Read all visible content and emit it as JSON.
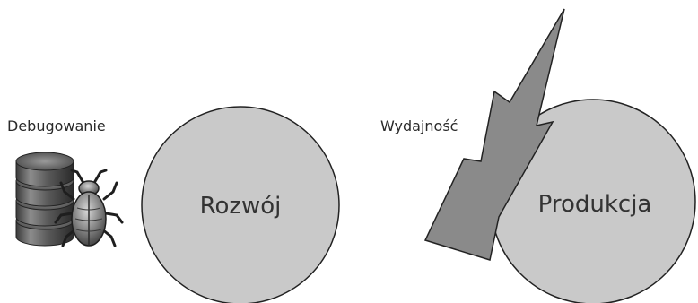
{
  "diagram": {
    "left_label": "Debugowanie",
    "development_label": "Rozwój",
    "performance_label": "Wydajność",
    "production_label": "Produkcja"
  },
  "colors": {
    "background": "#ffffff",
    "circle_fill": "#c9c9c9",
    "circle_stroke": "#222222",
    "bolt_fill": "#8a8a8a",
    "bolt_stroke": "#222222",
    "text": "#2a2a2a"
  },
  "icons": {
    "database_icon": "database-stack-icon",
    "bug_icon": "bug-icon",
    "lightning_icon": "lightning-bolt-icon"
  }
}
